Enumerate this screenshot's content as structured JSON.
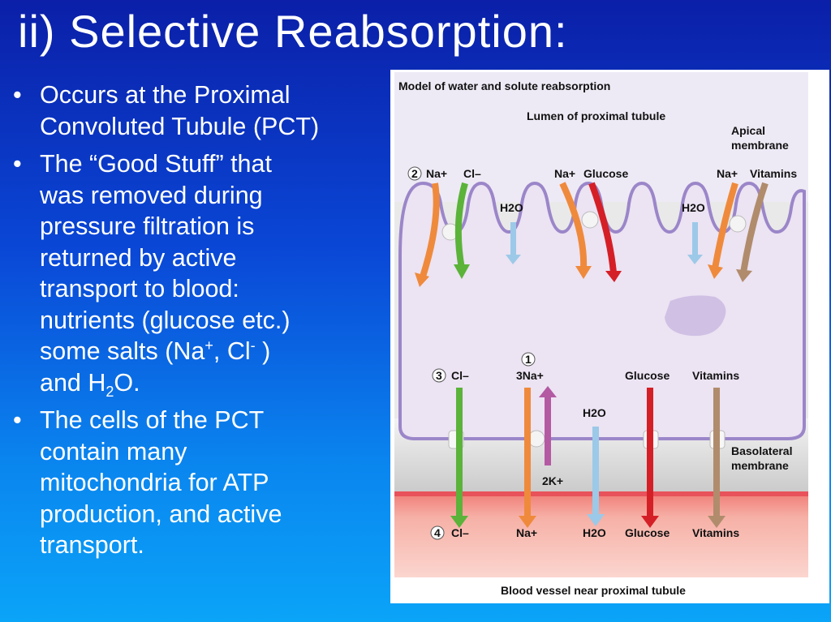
{
  "slide": {
    "title": "ii) Selective Reabsorption:",
    "bullets": [
      {
        "text": "Occurs at the Proximal Convoluted Tubule (PCT)"
      },
      {
        "text": "The “Good Stuff” that was removed during pressure filtration is returned by active transport to blood: nutrients (glucose etc.) some salts (Na+, Cl- ) and H2O."
      },
      {
        "text": "The cells of the PCT contain many mitochondria  for ATP production, and active transport."
      }
    ],
    "bullet_lines": {
      "b1": [
        "Occurs at the Proximal",
        "Convoluted Tubule (PCT)"
      ],
      "b2": [
        "The “Good Stuff” that",
        "was removed during",
        "pressure filtration is",
        "returned by active",
        "transport to blood:",
        "nutrients (glucose etc.)",
        "some salts (Na",
        "+",
        ", Cl",
        "-",
        " )",
        "and H",
        "2",
        "O."
      ],
      "b3": [
        "The cells of the PCT",
        "contain many",
        "mitochondria  for ATP",
        "production, and active",
        "transport."
      ]
    },
    "bullet_symbol": "•"
  },
  "figure": {
    "title": "Model of water and solute reabsorption",
    "lumen_label": "Lumen of proximal tubule",
    "apical_label": [
      "Apical",
      "membrane"
    ],
    "basolateral_label": [
      "Basolateral",
      "membrane"
    ],
    "blood_label": "Blood vessel near proximal tubule",
    "step_numbers": [
      "1",
      "2",
      "3",
      "4"
    ],
    "top_row": [
      "Na+",
      "Cl–",
      "Na+",
      "Glucose",
      "Na+",
      "Vitamins"
    ],
    "water": "H2O",
    "middle_row": [
      "Cl–",
      "3Na+",
      "Glucose",
      "Vitamins"
    ],
    "pump_out": "2K+",
    "bottom_row": [
      "Cl–",
      "Na+",
      "H2O",
      "Glucose",
      "Vitamins"
    ],
    "colors": {
      "chloride": "#5bb33a",
      "sodium": "#ef8a3c",
      "glucose": "#d51f26",
      "vitamins": "#b08c6c",
      "water": "#9cc9e8",
      "potassium": "#b35aa3",
      "cell": "#ece3f3",
      "membrane": "#9b86c9",
      "blood": "#f3a39a"
    }
  }
}
